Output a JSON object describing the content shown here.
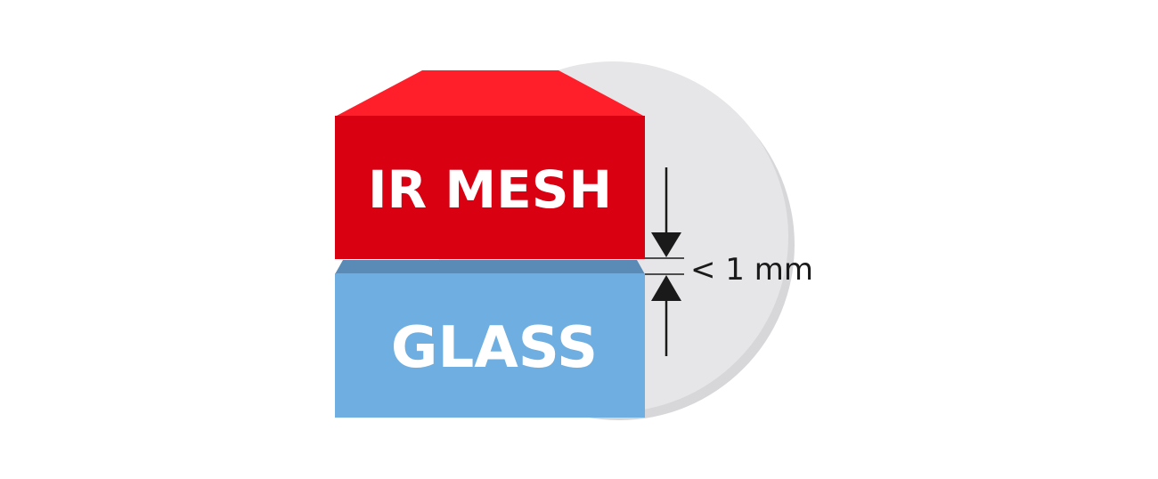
{
  "layers": {
    "top": {
      "label": "IR MESH",
      "color": "#d90012",
      "highlight_color": "#ff1f2b"
    },
    "bottom": {
      "label": "GLASS",
      "color": "#6eaee0",
      "edge_color": "#5a8bb6"
    }
  },
  "gap": {
    "label": "< 1 mm"
  },
  "background_circle": {
    "color": "#e6e6e8",
    "shadow_color": "#d7d7da"
  },
  "arrow_color": "#1a1a1a"
}
